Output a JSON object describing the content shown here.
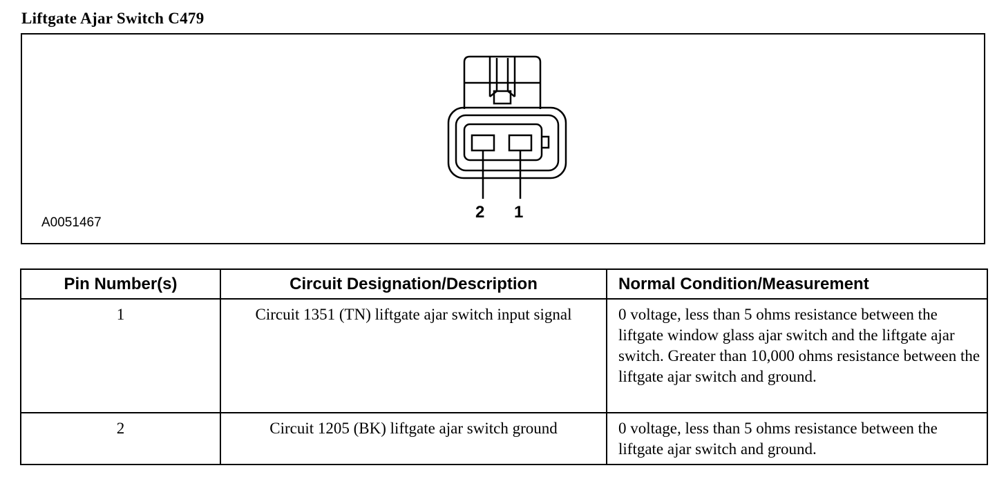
{
  "title": "Liftgate Ajar Switch C479",
  "figure": {
    "id": "A0051467",
    "pins": [
      "2",
      "1"
    ]
  },
  "table": {
    "headers": [
      "Pin Number(s)",
      "Circuit Designation/Description",
      "Normal Condition/Measurement"
    ],
    "rows": [
      {
        "pin": "1",
        "description": "Circuit 1351 (TN) liftgate ajar switch input signal",
        "condition": "0 voltage, less than 5 ohms resistance between the liftgate window glass ajar switch and the liftgate ajar switch. Greater than 10,000 ohms resistance between the liftgate ajar switch and ground."
      },
      {
        "pin": "2",
        "description": "Circuit 1205 (BK) liftgate ajar switch ground",
        "condition": "0 voltage, less than 5 ohms resistance between the liftgate ajar switch and ground."
      }
    ]
  }
}
